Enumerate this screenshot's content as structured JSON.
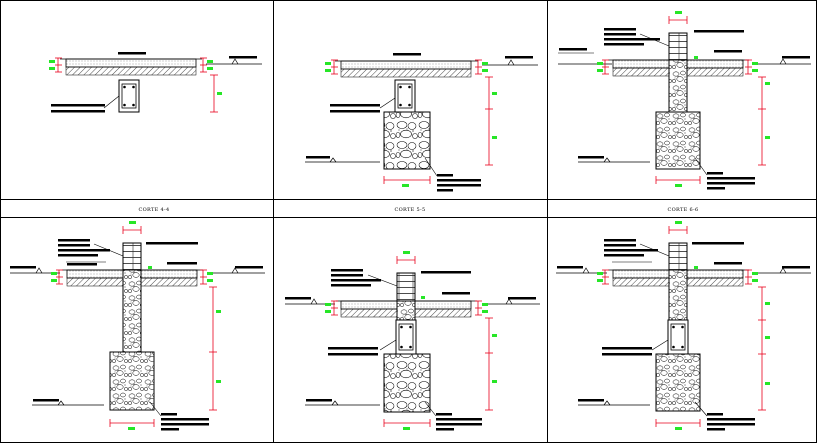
{
  "sheet": {
    "captions": [
      "CORTE 4-4",
      "CORTE 5-5",
      "CORTE 6-6"
    ]
  },
  "colors": {
    "line": "#000000",
    "dimension": "#e8001c",
    "dimension_text": "#27e627",
    "background": "#ffffff"
  },
  "panels": [
    {
      "name": "panel-top-left",
      "type": "beam-only"
    },
    {
      "name": "panel-top-middle",
      "type": "beam-footing"
    },
    {
      "name": "panel-top-right",
      "type": "wall-column-footing"
    },
    {
      "name": "panel-bottom-left",
      "type": "wall-column-footing"
    },
    {
      "name": "panel-bottom-middle",
      "type": "wall-beam-footing"
    },
    {
      "name": "panel-bottom-right",
      "type": "wall-column-beam-footing"
    }
  ]
}
